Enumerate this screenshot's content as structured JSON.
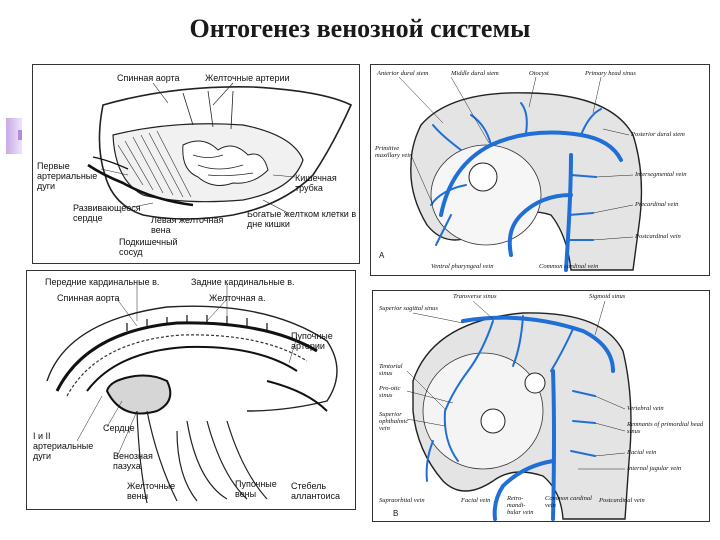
{
  "slide": {
    "title": "Онтогенез венозной системы",
    "accent_color": "#c8a8e8",
    "vein_color": "#1f6fd6"
  },
  "panel_top_left": {
    "labels": {
      "aorta": "Спинная аорта",
      "vitelline_arteries": "Желточные артерии",
      "first_arch": "Первые артериальные дуги",
      "gut_tube": "Кишечная трубка",
      "heart": "Развивающееся сердце",
      "left_vitelline_vein": "Левая желточная вена",
      "yolk_cells": "Богатые желтком клетки в дне кишки",
      "subintestinal": "Подкишечный сосуд"
    }
  },
  "panel_top_right": {
    "labels": {
      "anterior_dural": "Anterior dural stem",
      "middle_dural": "Middle dural stem",
      "otocyst": "Otocyst",
      "primary_head_sinus": "Primary head sinus",
      "posterior_dural": "Posterior dural stem",
      "primitive_maxillary": "Primitive maxillary vein",
      "intersegmental": "Intersegmental vein",
      "precardinal": "Precardinal vein",
      "postcardinal": "Postcardinal vein",
      "ventral_pharyngeal": "Ventral pharyngeal vein",
      "common_cardinal": "Common cardinal vein",
      "letter": "A"
    }
  },
  "panel_bottom_left": {
    "labels": {
      "anterior_cardinal": "Передние кардинальные в.",
      "posterior_cardinal": "Задние кардинальные в.",
      "aorta": "Спинная аорта",
      "vitelline": "Желточная а.",
      "umbilical_arteries": "Пупочные артерии",
      "heart": "Сердце",
      "arches": "I и II артериальные дуги",
      "venous_sinus": "Венозная пазуха",
      "vitelline_veins": "Желточные вены",
      "umbilical_veins": "Пупочные вены",
      "allantois": "Стебель аллантоиса"
    }
  },
  "panel_bottom_right": {
    "labels": {
      "transverse_sinus": "Transverse sinus",
      "superior_sagittal": "Superior sagittal sinus",
      "sigmoid_sinus": "Sigmoid sinus",
      "tentorial": "Tentorial sinus",
      "pro_otic": "Pro-otic sinus",
      "vertebral": "Vertebral vein",
      "superior_ophthalmic": "Superior ophthalmic vein",
      "remnants": "Remnants of primordial head sinus",
      "facial_vein_r": "Facial vein",
      "internal_jugular": "Internal jugular vein",
      "supraorbital": "Supraorbital vein",
      "facial_vein_b": "Facial vein",
      "retromandibular": "Retro-mandi-bular vein",
      "common_cardinal": "Common cardinal vein",
      "postcardinal": "Postcardinal vein",
      "letter": "B"
    }
  }
}
